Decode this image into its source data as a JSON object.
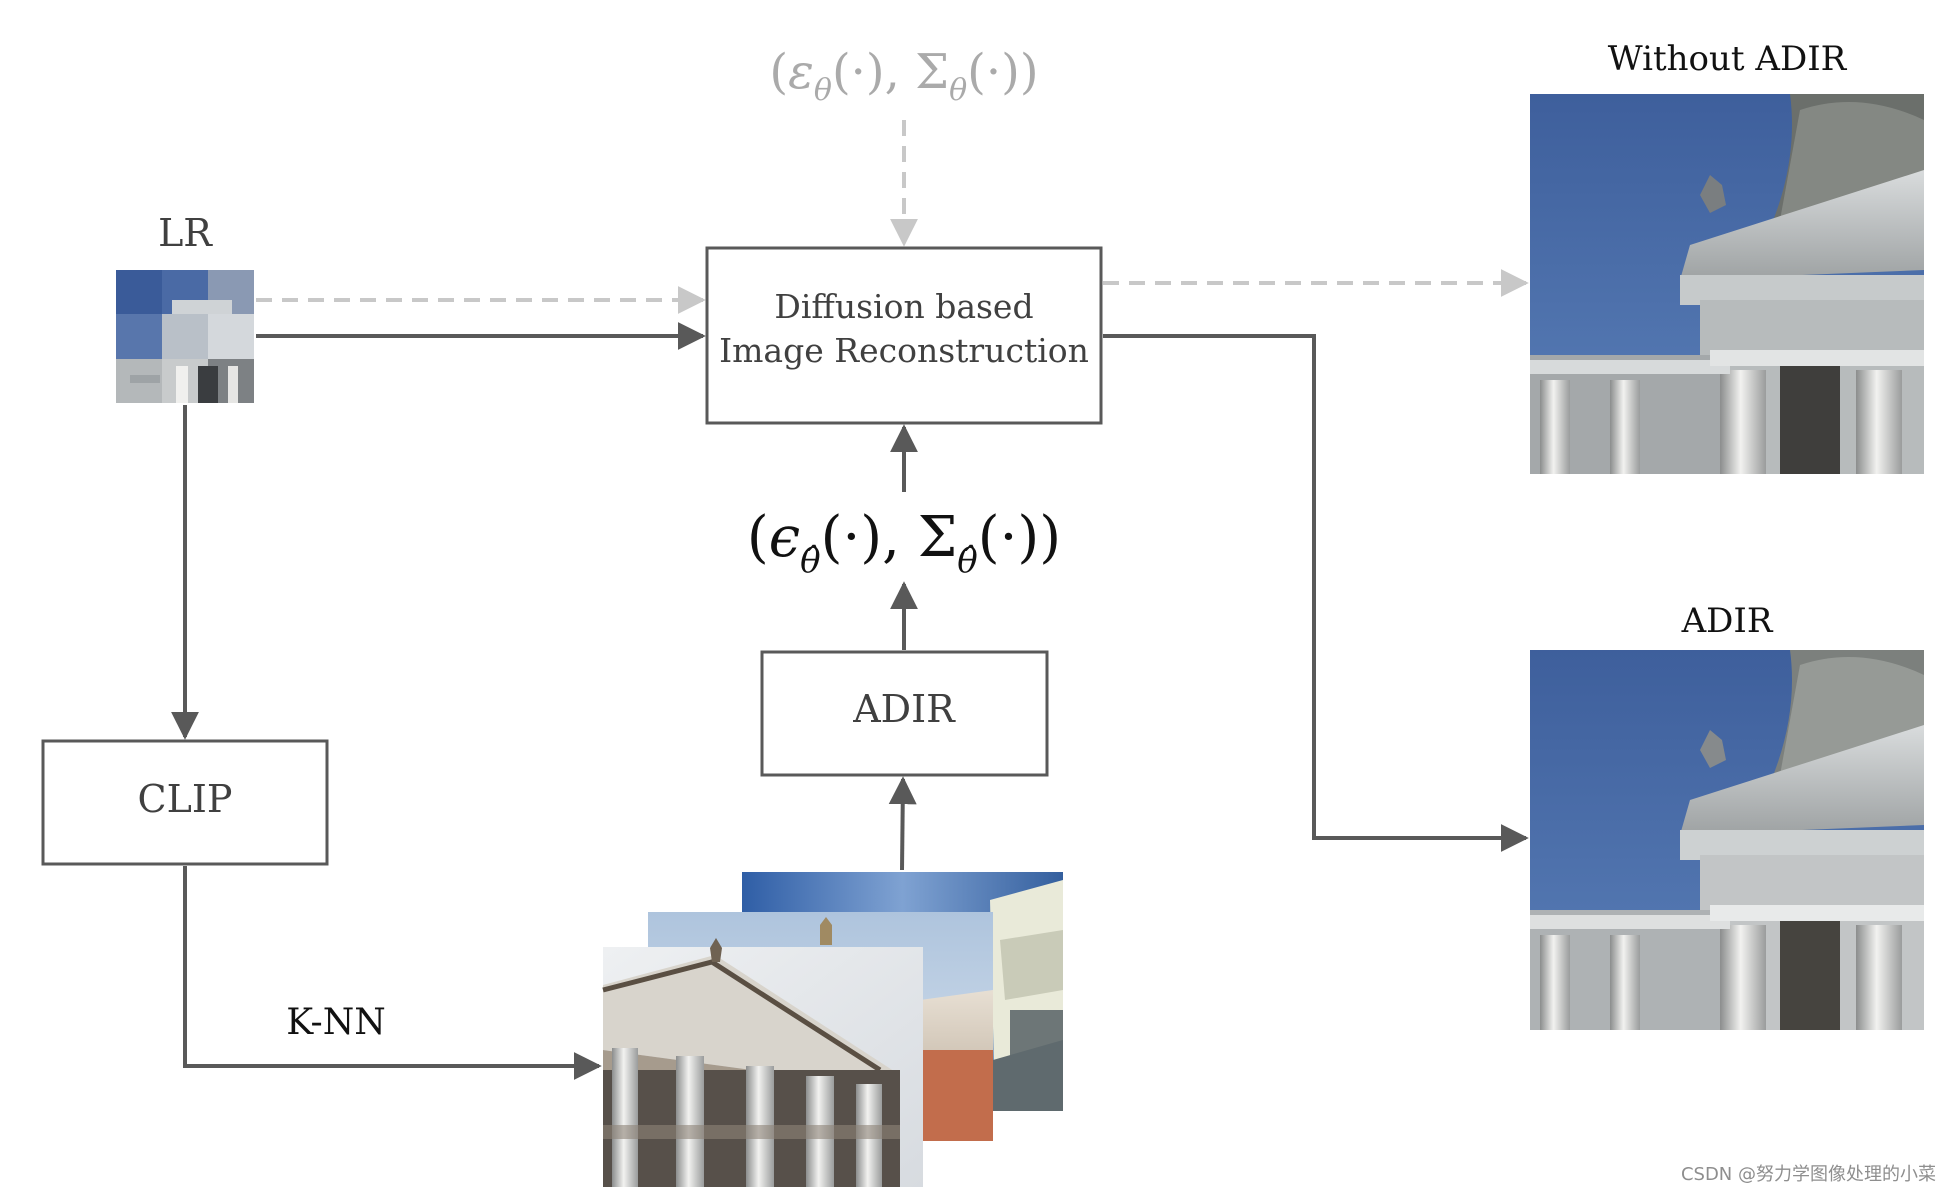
{
  "labels": {
    "lr": "LR",
    "clip": "CLIP",
    "knn": "K-NN",
    "adir_box": "ADIR",
    "diffusion_line1": "Diffusion based",
    "diffusion_line2": "Image Reconstruction",
    "without_adir": "Without ADIR",
    "adir_out": "ADIR"
  },
  "formulas": {
    "top": {
      "open": "(",
      "eps": "ε",
      "sub1": "θ",
      "mid1": "(·), ",
      "sigma": "Σ",
      "sub2": "θ",
      "mid2": "(·))"
    },
    "mid": {
      "open": "(",
      "eps": "ϵ",
      "sub1": "θ̂",
      "mid1": "(·), ",
      "sigma": "Σ",
      "sub2": "θ̂",
      "mid2": "(·))"
    }
  },
  "watermark": "CSDN @努力学图像处理的小菜",
  "colors": {
    "stroke": "#595959",
    "dashed": "#c8c8c8",
    "formula_faded": "#aaaaaa",
    "text": "#404040",
    "black": "#111111"
  }
}
